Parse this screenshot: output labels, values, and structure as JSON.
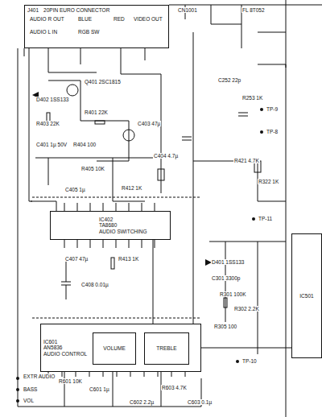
{
  "diagram": {
    "nodes": [
      {
        "text": [
          "J401",
          "20PIN EURO CONNECTOR"
        ]
      },
      {
        "text": [
          "IC402",
          "TA8680",
          "AUDIO SWITCHING"
        ]
      },
      {
        "text": [
          "IC601",
          "AN5836",
          "AUDIO CONTROL"
        ]
      },
      {
        "text": [
          "VOLUME"
        ],
        "in": 2
      },
      {
        "text": [
          "TREBLE"
        ],
        "in": 2
      },
      {
        "text": [
          "IC501"
        ]
      }
    ],
    "edges": [
      {
        "from": 0,
        "to": 1,
        "arrow": "none"
      },
      {
        "from": 1,
        "to": 2,
        "arrow": "none"
      },
      {
        "from": 2,
        "to": 5,
        "arrow": "none"
      }
    ],
    "labels": [
      "AUDIO R OUT",
      "AUDIO L IN",
      "BLUE",
      "RGB SW",
      "RED",
      "VIDEO OUT",
      "CN1001",
      "FL 8T052",
      "D402 1SS133",
      "Q401 2SC1815",
      "R401 22K",
      "R403 22K",
      "C401 1µ 50V",
      "R404 100",
      "C403 47µ",
      "C404 4.7µ",
      "R405 10K",
      "C405 1µ",
      "R412 1K",
      "C407 47µ",
      "R413 1K",
      "C408 0.01µ",
      "C252 22p",
      "R253 1K",
      "TP-9",
      "TP-8",
      "R421 4.7K",
      "R322 1K",
      "TP-11",
      "D401 1SS133",
      "C301 3300p",
      "R301 100K",
      "R302 2.2K",
      "R305 100",
      "TP-10",
      "R601 10K",
      "C601 1µ",
      "C602 2.2µ",
      "R603 4.7K",
      "C603 0.1µ",
      "EXTR AUDIO",
      "BASS",
      "VOL"
    ]
  }
}
